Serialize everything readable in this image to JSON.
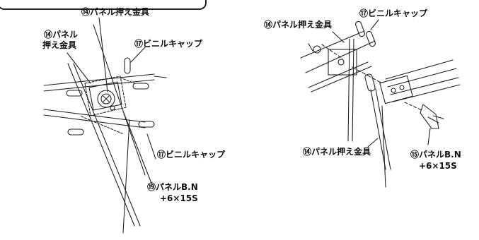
{
  "labels": {
    "left_top_plate": "⑭パネル押え金具",
    "left_plate_line1": "⑭パネル",
    "left_plate_line2": "押え金具",
    "left_cap_top": "⑰ビニルキャップ",
    "left_cap_bottom": "⑰ビニルキャップ",
    "left_bolt_line1": "⑲パネルB.N",
    "left_bolt_line2": "+6×15S",
    "right_cap": "⑰ビニルキャップ",
    "right_plate_top": "⑭パネル押え金具",
    "right_plate_bottom": "⑭パネル押え金具",
    "right_bolt_line1": "⑮パネルB.N",
    "right_bolt_line2": "+6×15S"
  }
}
